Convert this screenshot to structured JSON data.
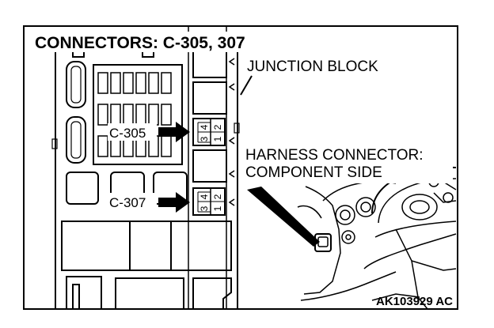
{
  "diagram": {
    "title": "CONNECTORS: C-305, 307",
    "junction_block_label": "JUNCTION BLOCK",
    "harness_label_line1": "HARNESS CONNECTOR:",
    "harness_label_line2": "COMPONENT SIDE",
    "connector_c305": {
      "label": "C-305",
      "pins": [
        "4",
        "2",
        "1",
        "3"
      ]
    },
    "connector_c307": {
      "label": "C-307",
      "pins": [
        "4",
        "2",
        "1",
        "3"
      ]
    },
    "figure_id": "AK103929 AC"
  },
  "colors": {
    "ink": "#000000",
    "background": "#ffffff"
  }
}
